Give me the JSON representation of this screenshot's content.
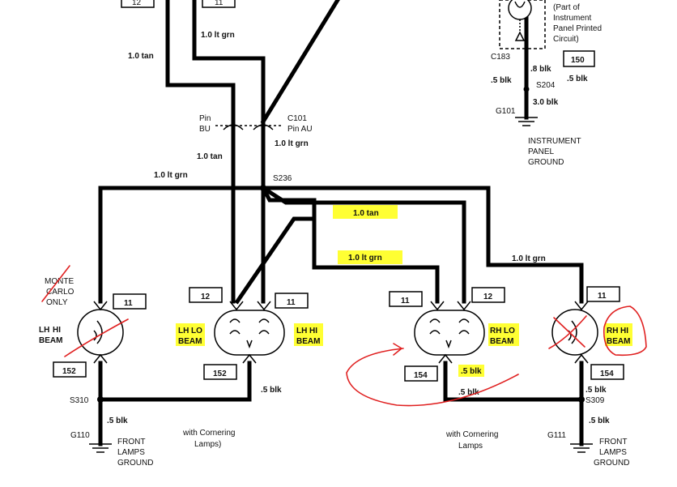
{
  "labels": {
    "top_left_num": "12",
    "top_mid_num": "11",
    "part_of": "(Part of",
    "instrument": "Instrument",
    "panel_printed": "Panel Printed",
    "circuit": "Circuit)",
    "c183": "C183",
    "w8blk": ".8 blk",
    "box150": "150",
    "w5blk_a": ".5 blk",
    "s204": "S204",
    "w5blk_b": ".5 blk",
    "w30blk": "3.0 blk",
    "g101": "G101",
    "ipg1": "INSTRUMENT",
    "ipg2": "PANEL",
    "ipg3": "GROUND",
    "w10ltgrn_top": "1.0 lt grn",
    "w10tan_top": "1.0 tan",
    "pin1": "Pin",
    "bu": "BU",
    "c101": "C101",
    "pinau": "Pin AU",
    "w10tan_mid": "1.0 tan",
    "w10ltgrn_mid": "1.0 lt grn",
    "w10ltgrn_left": "1.0 lt grn",
    "s236": "S236",
    "hl_tan": "1.0 tan",
    "hl_ltgrn": "1.0 lt grn",
    "w10ltgrn_right": "1.0 lt grn",
    "monte": "MONTE",
    "carlo": "CARLO",
    "only": "ONLY",
    "b11a": "11",
    "b12a": "12",
    "b11b": "11",
    "b11c": "11",
    "b12b": "12",
    "b11d": "11",
    "lh": "LH",
    "hi": "HI",
    "beam": "BEAM",
    "lh2": "LH",
    "lo": "LO",
    "beam2": "BEAM",
    "lh3": "LH",
    "hi3": "HI",
    "beam3": "BEAM",
    "rh": "RH",
    "lo4": "LO",
    "beam4": "BEAM",
    "rh5": "RH",
    "hi5": "HI",
    "beam5": "BEAM",
    "b152a": "152",
    "b152b": "152",
    "b154a": "154",
    "b154b": "154",
    "w5blk_c": ".5 blk",
    "w5blk_d": ".5 blk",
    "w5blk_e": ".5 blk",
    "w5blk_f": ".5 blk",
    "w5blk_g": ".5 blk",
    "w5blk_h": ".5 blk",
    "s310": "S310",
    "s309": "S309",
    "g110": "G110",
    "g111": "G111",
    "flg1a": "FRONT",
    "flg2a": "LAMPS",
    "flg3a": "GROUND",
    "flg1b": "FRONT",
    "flg2b": "LAMPS",
    "flg3b": "GROUND",
    "wcl1a": "with Cornering",
    "wcl2a": "Lamps)",
    "wcl1b": "with Cornering",
    "wcl2b": "Lamps"
  },
  "colors": {
    "highlight": "#ffff33",
    "annotation": "#e02020",
    "wire": "#000000"
  }
}
